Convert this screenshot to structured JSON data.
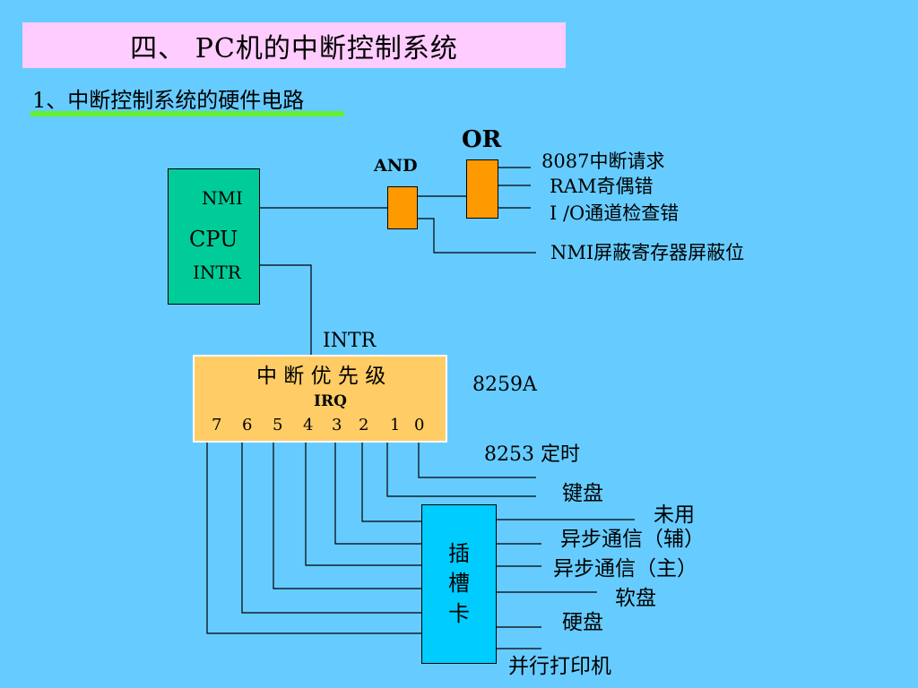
{
  "title": "四、 PC机的中断控制系统",
  "subtitle": "1、中断控制系统的硬件电路",
  "cpu": {
    "label": "CPU",
    "nmi": "NMI",
    "intr": "INTR"
  },
  "gates": {
    "and_label": "AND",
    "or_label": "OR"
  },
  "nmi_sources": {
    "s1": "8087中断请求",
    "s2": "RAM奇偶错",
    "s3": "I /O通道检查错",
    "mask": "NMI屏蔽寄存器屏蔽位"
  },
  "intr_label": "INTR",
  "pic": {
    "chip": "8259A",
    "title": "中 断 优 先 级",
    "irq": "IRQ",
    "pins": [
      "7",
      "6",
      "5",
      "4",
      "3",
      "2",
      "1",
      "0"
    ]
  },
  "slot": "插槽卡",
  "devices": {
    "irq0": "8253 定时",
    "irq1": "键盘",
    "irq2": "未用",
    "irq3": "异步通信（辅）",
    "irq4": "异步通信（主）",
    "irq5": "软盘",
    "irq6": "硬盘",
    "irq7": "并行打印机"
  },
  "colors": {
    "background": "#66ccff",
    "title_box": "#ffccff",
    "underline": "#66ee33",
    "cpu_box": "#00cc99",
    "gate": "#ff9900",
    "pic_box": "#ffcc66",
    "slot_box": "#00ccff"
  }
}
